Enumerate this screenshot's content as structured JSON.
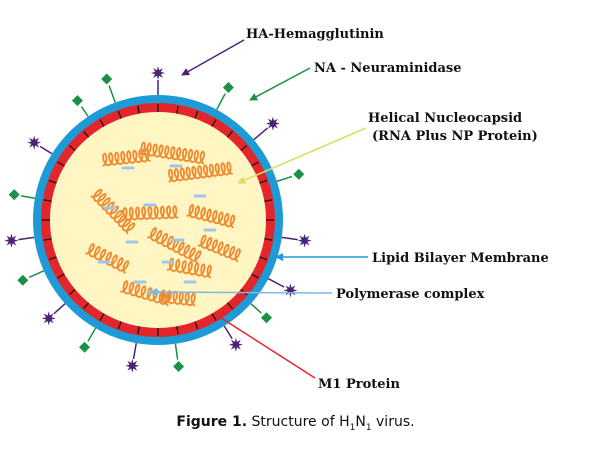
{
  "labels": {
    "ha": "HA-Hemagglutinin",
    "na": "NA - Neuraminidase",
    "nucleocapsid_line1": "Helical Nucleocapsid",
    "nucleocapsid_line2": "(RNA Plus NP Protein)",
    "lipid": "Lipid Bilayer Membrane",
    "polymerase": "Polymerase complex",
    "m1": "M1 Protein"
  },
  "caption": {
    "prefix": "Figure 1.",
    "text_before": "Structure of H",
    "sub1": "1",
    "mid": "N",
    "sub2": "1",
    "text_after": "virus."
  },
  "colors": {
    "outer_membrane": "#1e9bd7",
    "m1_layer": "#e2262b",
    "core": "#fff6c4",
    "rna": "#f0892f",
    "polymerase": "#9fc8e8",
    "ha_spike": "#4b2276",
    "na_spike": "#1a9145",
    "ha_pointer": "#4b2276",
    "na_pointer": "#1a9145",
    "nucleocapsid_pointer": "#d7df66",
    "lipid_pointer": "#1e9bd7",
    "polymerase_pointer": "#7fb7e3",
    "m1_pointer": "#e2262b"
  }
}
